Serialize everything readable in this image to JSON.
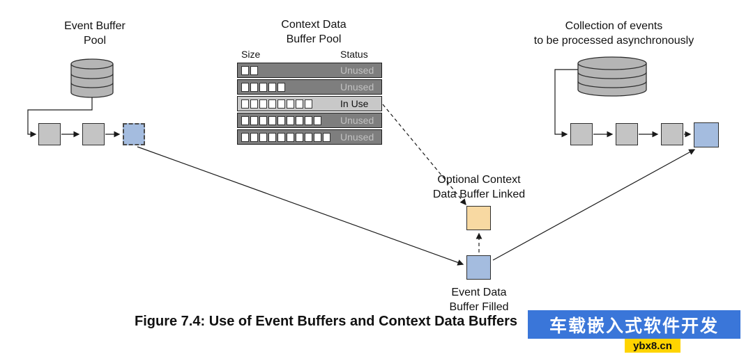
{
  "event_buffer_pool": {
    "label_line1": "Event Buffer",
    "label_line2": "Pool"
  },
  "context_pool": {
    "label_line1": "Context Data",
    "label_line2": "Buffer Pool",
    "columns": {
      "size": "Size",
      "status": "Status"
    },
    "rows": [
      {
        "size": 2,
        "status": "Unused",
        "in_use": false
      },
      {
        "size": 5,
        "status": "Unused",
        "in_use": false
      },
      {
        "size": 8,
        "status": "In Use",
        "in_use": true
      },
      {
        "size": 9,
        "status": "Unused",
        "in_use": false
      },
      {
        "size": 10,
        "status": "Unused",
        "in_use": false
      }
    ]
  },
  "collection": {
    "label_line1": "Collection of events",
    "label_line2": "to be processed asynchronously"
  },
  "optional_context": {
    "label_line1": "Optional Context",
    "label_line2": "Data Buffer Linked"
  },
  "event_data": {
    "label_line1": "Event Data",
    "label_line2": "Buffer Filled"
  },
  "caption": "Figure 7.4: Use of Event Buffers and Context Data Buffers",
  "watermark": {
    "text": "车载嵌入式软件开发",
    "url": "ybx8.cn"
  },
  "colors": {
    "gray_square": "#c4c4c4",
    "blue_square": "#a4bcdf",
    "orange_square": "#f8d9a2",
    "row_dark": "#7e7e7e",
    "row_light": "#c8c8c8",
    "row_text_dim": "#c2c2c2",
    "cylinder_fill": "#b5b5b5",
    "line": "#1a1a1a",
    "watermark_bg": "#3a76d9",
    "watermark_url_bg": "#ffd400"
  }
}
